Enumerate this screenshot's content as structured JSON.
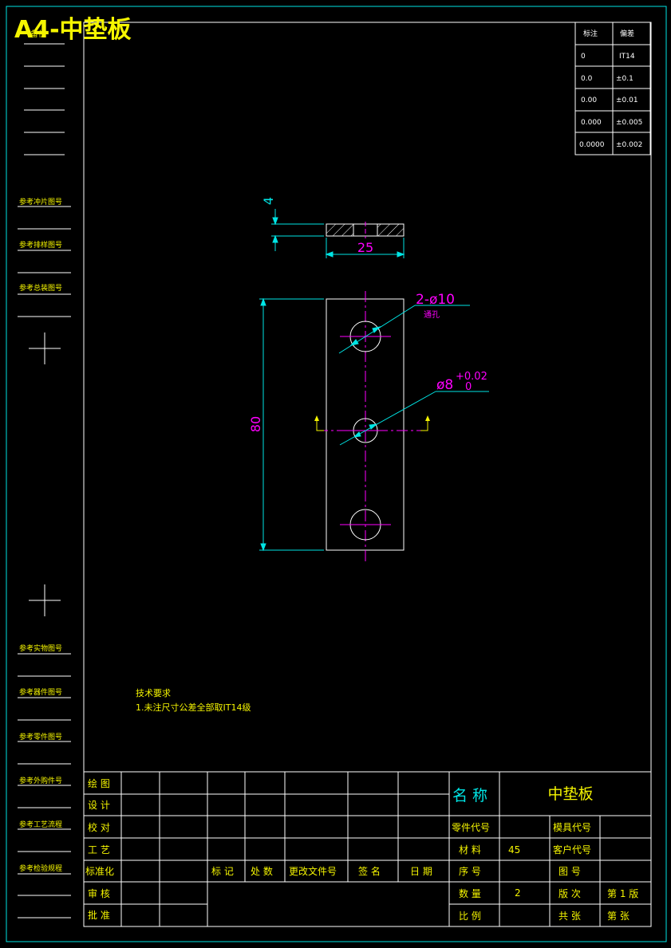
{
  "header": {
    "title": "A4-中垫板",
    "side_stamp": "备份"
  },
  "tolerance_table": {
    "headers": [
      "标注",
      "偏差"
    ],
    "rows": [
      [
        "0",
        "IT14"
      ],
      [
        "0.0",
        "±0.1"
      ],
      [
        "0.00",
        "±0.01"
      ],
      [
        "0.000",
        "±0.005"
      ],
      [
        "0.0000",
        "±0.002"
      ]
    ]
  },
  "side_labels": {
    "top": [
      "参考冲片图号",
      "参考排样图号",
      "参考总装图号"
    ],
    "bottom": [
      "参考实物图号",
      "参考器件图号",
      "参考零件图号",
      "参考外购件号",
      "参考工艺流程",
      "参考检验规程"
    ]
  },
  "drawing": {
    "thickness": "4",
    "width": "25",
    "length": "80",
    "holes_note": "2-ø10",
    "holes_sub": "通孔",
    "center_hole": "ø8",
    "tol_upper": "+0.02",
    "tol_lower": "0",
    "colors": {
      "outline": "#ffffff",
      "dimension": "#00e5e5",
      "center": "#ff00ff",
      "title": "#f5f500"
    }
  },
  "notes": {
    "title": "技术要求",
    "line1": "1.未注尺寸公差全部取IT14级"
  },
  "title_block": {
    "roles": [
      "绘 图",
      "设 计",
      "校 对",
      "工 艺",
      "标准化",
      "审 核",
      "批 准"
    ],
    "revision_headers": [
      "标 记",
      "处 数",
      "更改文件号",
      "签 名",
      "日 期"
    ],
    "name_label": "名 称",
    "name_value": "中垫板",
    "part_code_label": "零件代号",
    "die_code_label": "模具代号",
    "material_label": "材 料",
    "material_value": "45",
    "customer_code_label": "客户代号",
    "seq_label": "序 号",
    "figure_label": "图 号",
    "qty_label": "数 量",
    "qty_value": "2",
    "version_label": "版 次",
    "version_value": "第 1 版",
    "scale_label": "比 例",
    "total_sheets_label": "共 张",
    "sheet_label": "第 张"
  }
}
